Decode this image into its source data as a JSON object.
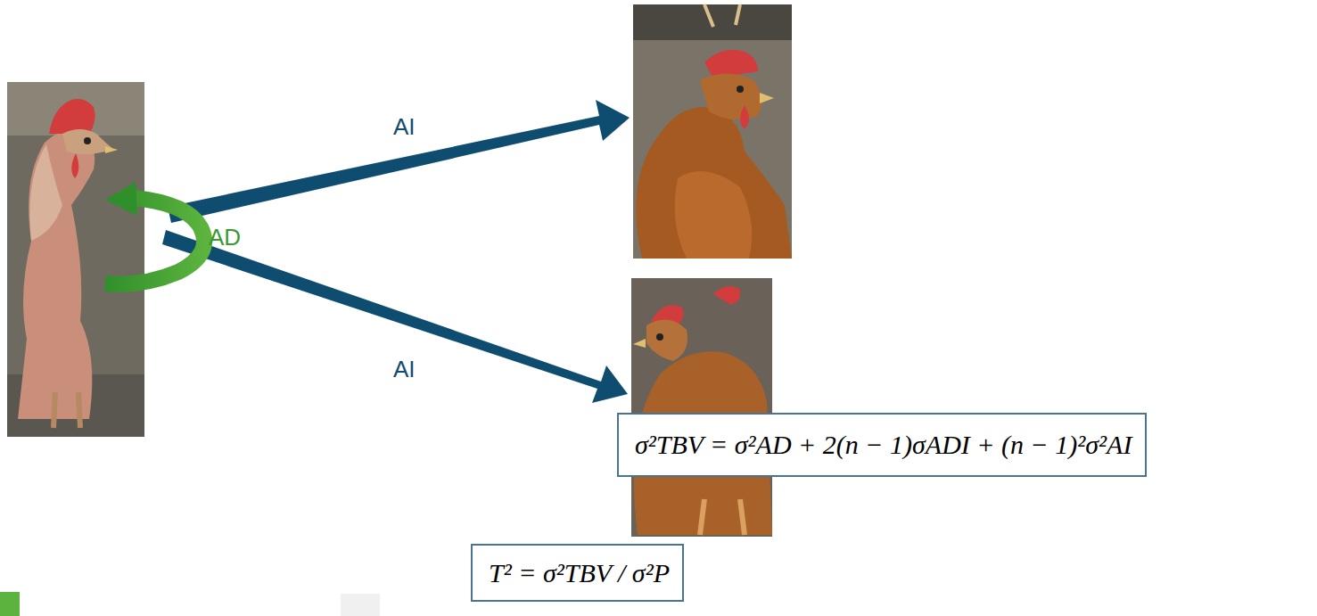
{
  "diagram": {
    "nodes": [
      {
        "text": [
          "σ²TBV = σ²AD + 2(n − 1)σADI + (n − 1)²σ²AI"
        ]
      },
      {
        "text": [
          "T² = σ²TBV / σ²P"
        ]
      }
    ],
    "labels": [
      "AI",
      "AD",
      "AI"
    ]
  }
}
